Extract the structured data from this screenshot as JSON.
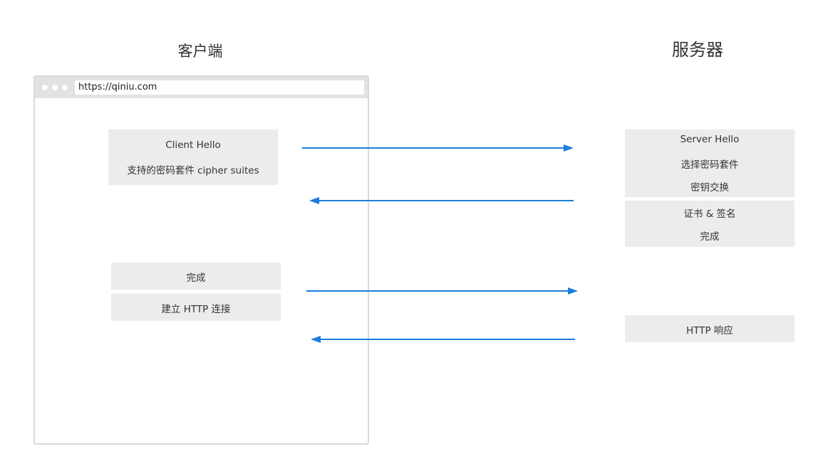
{
  "headings": {
    "client": "客户端",
    "server": "服务器"
  },
  "browser": {
    "url": "https://qiniu.com"
  },
  "client_boxes": {
    "hello": {
      "line1": "Client Hello",
      "line2": "支持的密码套件 cipher suites"
    },
    "finished": "完成",
    "http_connect": "建立 HTTP 连接"
  },
  "server_boxes": {
    "hello": {
      "line1": "Server Hello",
      "line2": "选择密码套件",
      "line3": "密钥交换"
    },
    "cert": {
      "line1": "证书 & 签名",
      "line2": "完成"
    },
    "http_response": "HTTP 响应"
  },
  "colors": {
    "arrow": "#1a7ddb",
    "box": "#ececec",
    "browser_border": "#d9d9d9"
  }
}
